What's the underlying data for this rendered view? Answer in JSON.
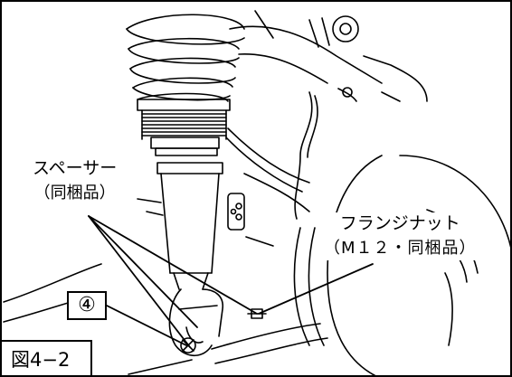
{
  "labels": {
    "spacer": {
      "line1": "スペーサー",
      "line2": "（同梱品）"
    },
    "flange_nut": {
      "line1": "フランジナット",
      "line2": "（M１２・同梱品）"
    },
    "callout_number": "④",
    "figure_caption": "図4−2"
  },
  "colors": {
    "line": "#000000",
    "background": "#ffffff"
  }
}
